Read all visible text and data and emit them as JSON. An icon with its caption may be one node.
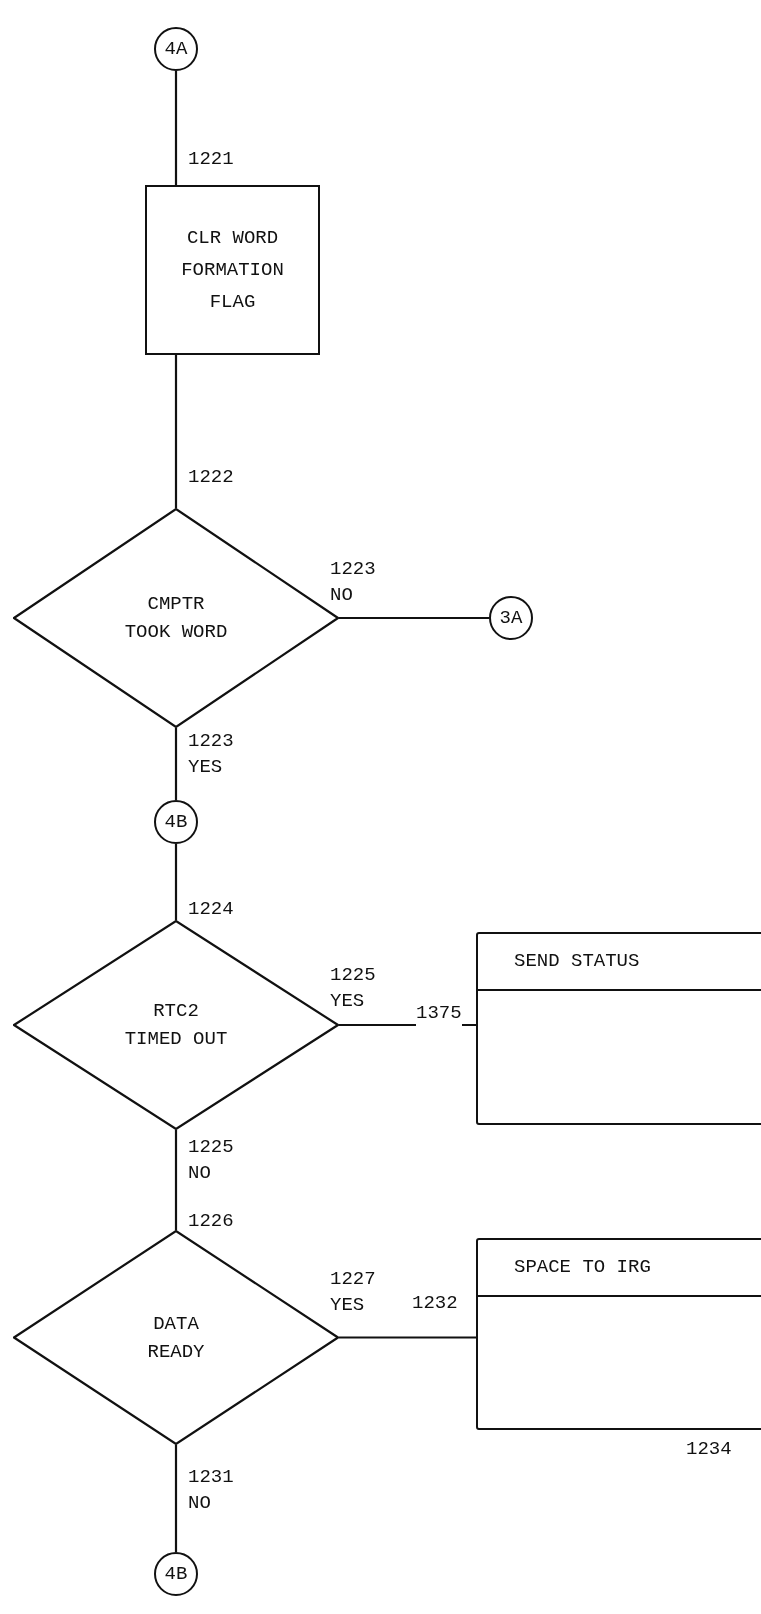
{
  "diagram": {
    "nodes": [
      {
        "text": [
          "4A"
        ]
      },
      {
        "text": [
          "CLR WORD FORMATION FLAG"
        ]
      },
      {
        "text": [
          "CMPTR TOOK WORD"
        ]
      },
      {
        "text": [
          "3A"
        ]
      },
      {
        "text": [
          "4B"
        ]
      },
      {
        "text": [
          "RTC2 TIMED OUT"
        ]
      },
      {
        "text": [
          "SEND STATUS"
        ],
        "beside": [
          "1375"
        ]
      },
      {
        "text": [
          "DATA READY"
        ],
        "beside": [
          "1226"
        ]
      },
      {
        "text": [
          "SPACE TO IRG"
        ],
        "beside": [
          "1232",
          "1234"
        ]
      },
      {
        "text": [
          "4B"
        ]
      }
    ],
    "edges": [
      {
        "from": 0,
        "to": 1,
        "arrow": "none",
        "label": "1221"
      },
      {
        "from": 1,
        "to": 2,
        "arrow": "none",
        "label": "1222"
      },
      {
        "from": 2,
        "to": 3,
        "arrow": "none",
        "label": "1223 NO"
      },
      {
        "from": 2,
        "to": 4,
        "arrow": "none",
        "label": "1223 YES"
      },
      {
        "from": 4,
        "to": 5,
        "arrow": "none",
        "label": "1224"
      },
      {
        "from": 5,
        "to": 6,
        "arrow": "none",
        "label": "1225 YES"
      },
      {
        "from": 5,
        "to": 7,
        "arrow": "none",
        "label": "1225 NO"
      },
      {
        "from": 7,
        "to": 8,
        "arrow": "none",
        "label": "1227 YES"
      },
      {
        "from": 7,
        "to": 9,
        "arrow": "none",
        "label": "1231 NO"
      }
    ]
  }
}
